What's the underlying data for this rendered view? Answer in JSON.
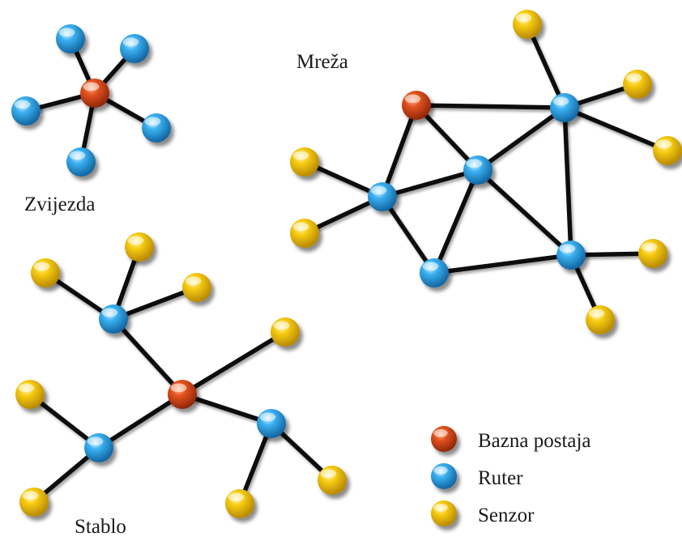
{
  "labels": {
    "star": "Zvijezda",
    "mesh": "Mreža",
    "tree": "Stablo"
  },
  "legend": [
    {
      "label": "Bazna postaja",
      "type": "base"
    },
    {
      "label": "Ruter",
      "type": "router"
    },
    {
      "label": "Senzor",
      "type": "sensor"
    }
  ],
  "colors": {
    "base": "#d8471c",
    "router": "#2b9fe6",
    "sensor": "#f2c200",
    "link": "#111111"
  }
}
